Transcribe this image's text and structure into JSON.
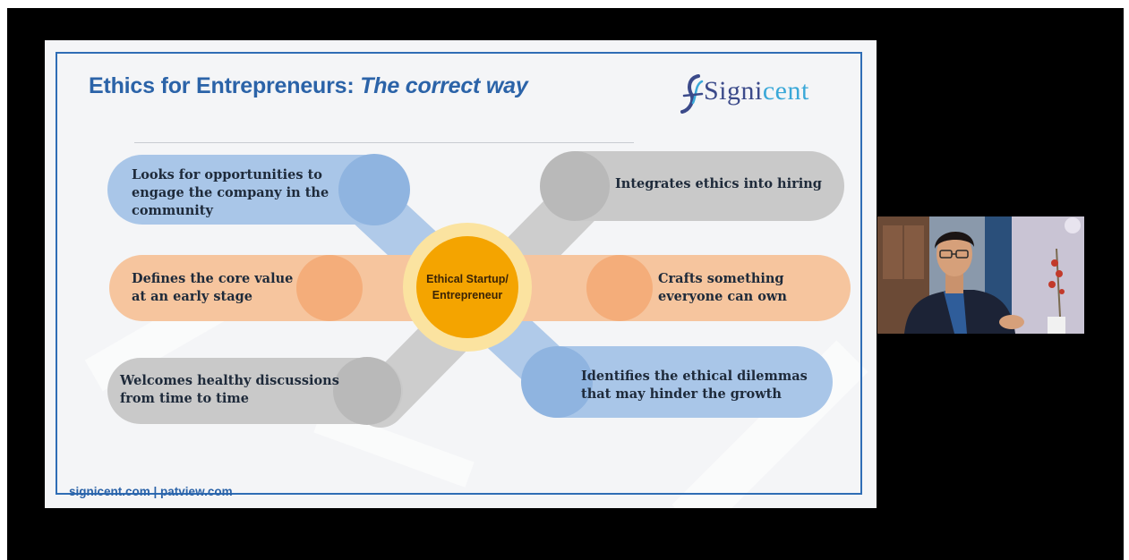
{
  "slide": {
    "title_main": "Ethics for Entrepreneurs: ",
    "title_em": "The correct way",
    "logo": {
      "sig": "Signi",
      "cent": "cent"
    },
    "center": {
      "line1": "Ethical Startup/",
      "line2": "Entrepreneur"
    },
    "left_items": [
      {
        "lines": [
          "Looks for opportunities to",
          "engage the company in the",
          "community"
        ]
      },
      {
        "lines": [
          "Defines the core value",
          "at an early stage"
        ]
      },
      {
        "lines": [
          "Welcomes healthy discussions",
          "from time to time"
        ]
      }
    ],
    "right_items": [
      {
        "lines": [
          "Integrates ethics into hiring"
        ]
      },
      {
        "lines": [
          "Crafts something",
          "everyone  can own"
        ]
      },
      {
        "lines": [
          "Identifies the ethical dilemmas",
          "that may hinder the growth"
        ]
      }
    ],
    "footer": "signicent.com | patview.com"
  },
  "colors": {
    "blue_pill": "#a9c6e8",
    "orange_pill": "#f6c59e",
    "gray_pill": "#c9c9c9",
    "center_ring": "#fbe3a0",
    "center_core": "#f4a400",
    "title": "#2b63a8"
  },
  "webcam": {
    "subject": "presenter-video"
  }
}
